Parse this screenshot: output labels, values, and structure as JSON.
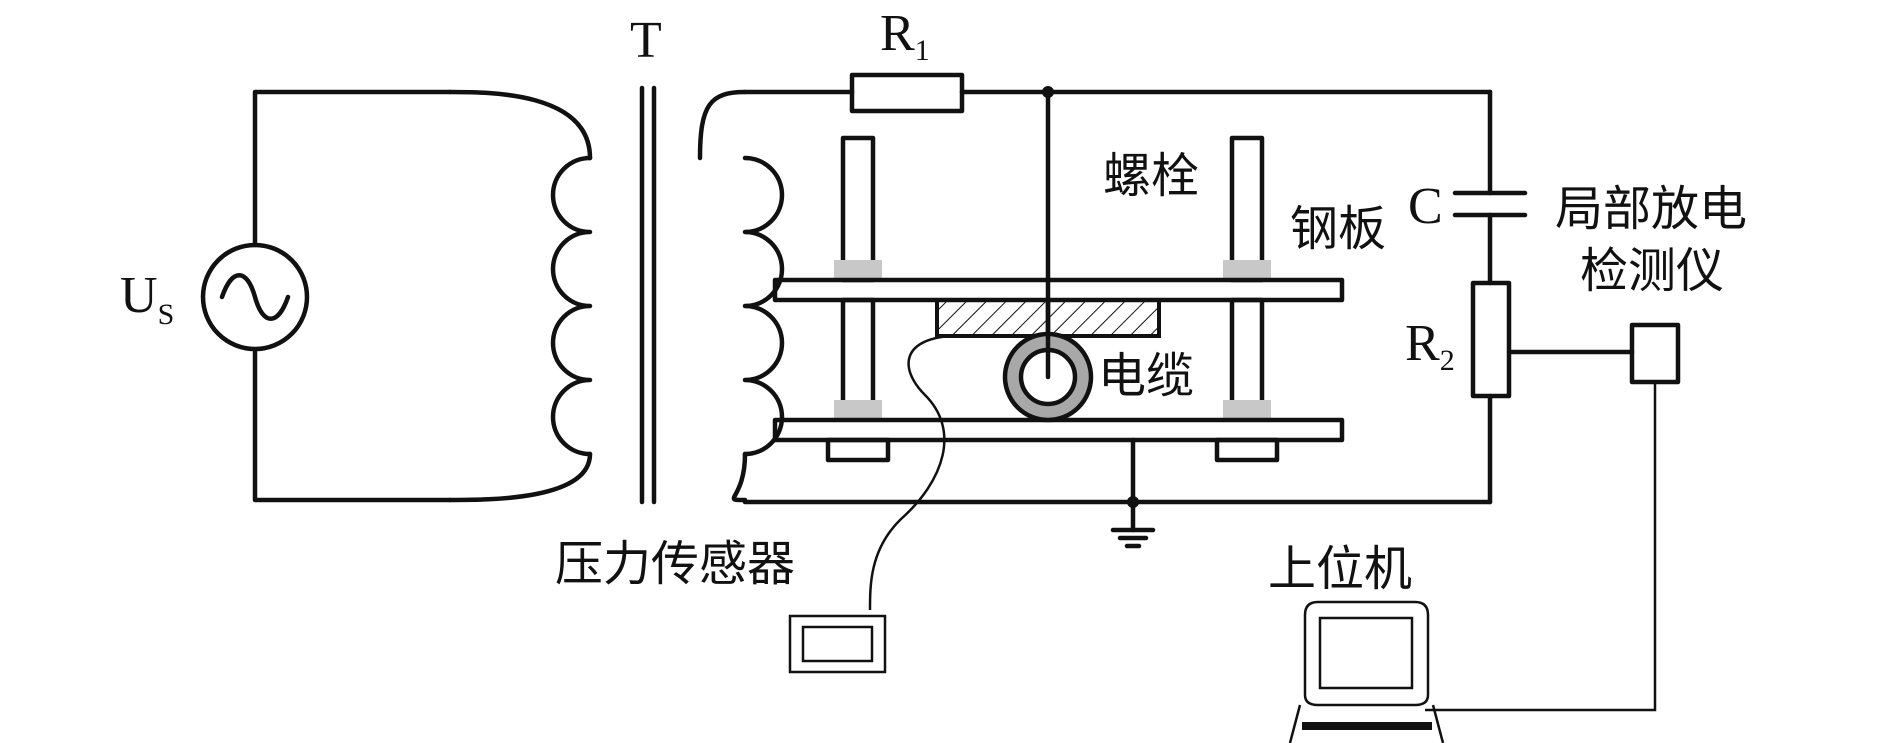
{
  "labels": {
    "source": "U",
    "source_sub": "S",
    "transformer": "T",
    "r1": "R",
    "r1_sub": "1",
    "r2": "R",
    "r2_sub": "2",
    "capacitor": "C",
    "bolt": "螺栓",
    "steel_plate": "钢板",
    "cable": "电缆",
    "pressure_sensor": "压力传感器",
    "pd_detector_line1": "局部放电",
    "pd_detector_line2": "检测仪",
    "host_computer": "上位机"
  },
  "colors": {
    "line": "#111111",
    "plate_fill": "#9a9a9a",
    "bolt_pad": "#c8c8c8",
    "cable_insulation": "#a8a8a8"
  }
}
